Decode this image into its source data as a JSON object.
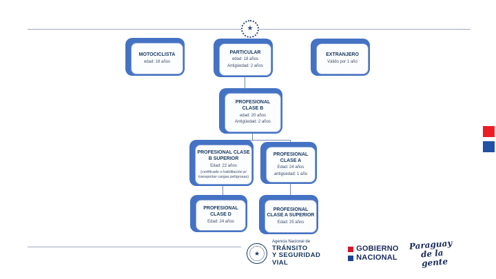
{
  "diagram": {
    "nodes": [
      {
        "title": "MOTOCICLISTA",
        "line1": "edad: 18 años",
        "line2": ""
      },
      {
        "title": "PARTICULAR",
        "line1": "edad: 18 años",
        "line2": "Antigüedad: 2 años"
      },
      {
        "title": "EXTRANJERO",
        "line1": "Válido por 1 año",
        "line2": ""
      },
      {
        "title": "PROFESIONAL CLASE B",
        "line1": "edad: 20 años",
        "line2": "Antigüedad: 2 años"
      },
      {
        "title": "PROFESIONAL CLASE B SUPERIOR",
        "line1": "Edad: 22 años",
        "line2": "(certificado o habilitación p/ transportar cargas peligrosas)"
      },
      {
        "title": "PROFESIONAL CLASE A",
        "line1": "Edad: 24 años",
        "line2": "antigüedad: 1 año"
      },
      {
        "title": "PROFESIONAL CLASE D",
        "line1": "Edad: 24 años",
        "line2": ""
      },
      {
        "title": "PROFESIONAL CLASE A SUPERIOR",
        "line1": "Edad: 25 años",
        "line2": ""
      }
    ],
    "edges": [
      [
        "PARTICULAR",
        "PROFESIONAL CLASE B"
      ],
      [
        "PROFESIONAL CLASE B",
        "PROFESIONAL CLASE B SUPERIOR"
      ],
      [
        "PROFESIONAL CLASE B",
        "PROFESIONAL CLASE A"
      ],
      [
        "PROFESIONAL CLASE B SUPERIOR",
        "PROFESIONAL CLASE D"
      ],
      [
        "PROFESIONAL CLASE A",
        "PROFESIONAL CLASE A SUPERIOR"
      ]
    ],
    "node_accent_color": "#4472c4",
    "node_border_color": "#8aa2d4",
    "title_color": "#17365d"
  },
  "footer": {
    "agency_small": "Agencia Nacional de",
    "agency_line1": "TRÁNSITO",
    "agency_line2": "Y SEGURIDAD VIAL",
    "gov_line1": "GOBIERNO",
    "gov_line2": "NACIONAL",
    "slogan_line1": "Paraguay",
    "slogan_line2": "de la gente",
    "red_square_color": "#d7182a",
    "blue_square_color": "#1f4390",
    "text_color": "#1b2a5c"
  },
  "margin_marks": {
    "red": "#ed1c24",
    "blue": "#2152a3"
  }
}
